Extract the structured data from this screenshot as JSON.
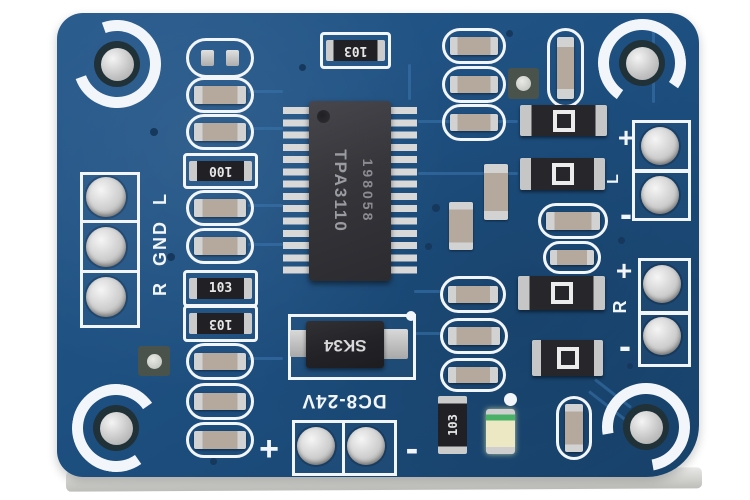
{
  "photo": {
    "subject": "TPA3110 stereo class-D audio amplifier PCB module",
    "background_color": "#ffffff",
    "pcb_color": "#1d4f80",
    "silkscreen_color": "#f2f6fa"
  },
  "ic": {
    "part_number": "TPA3110",
    "date_code": "198058"
  },
  "connectors": {
    "audio_input_labels": "R GND L",
    "power": {
      "label": "DC8-24V",
      "plus": "+",
      "minus": "-"
    },
    "output_top": {
      "channel": "L",
      "plus": "+",
      "minus": "-"
    },
    "output_bottom": {
      "channel": "R",
      "plus": "+",
      "minus": "-"
    }
  },
  "components": {
    "diode": "SK34",
    "resistor_100": "100",
    "resistor_103": "103"
  }
}
